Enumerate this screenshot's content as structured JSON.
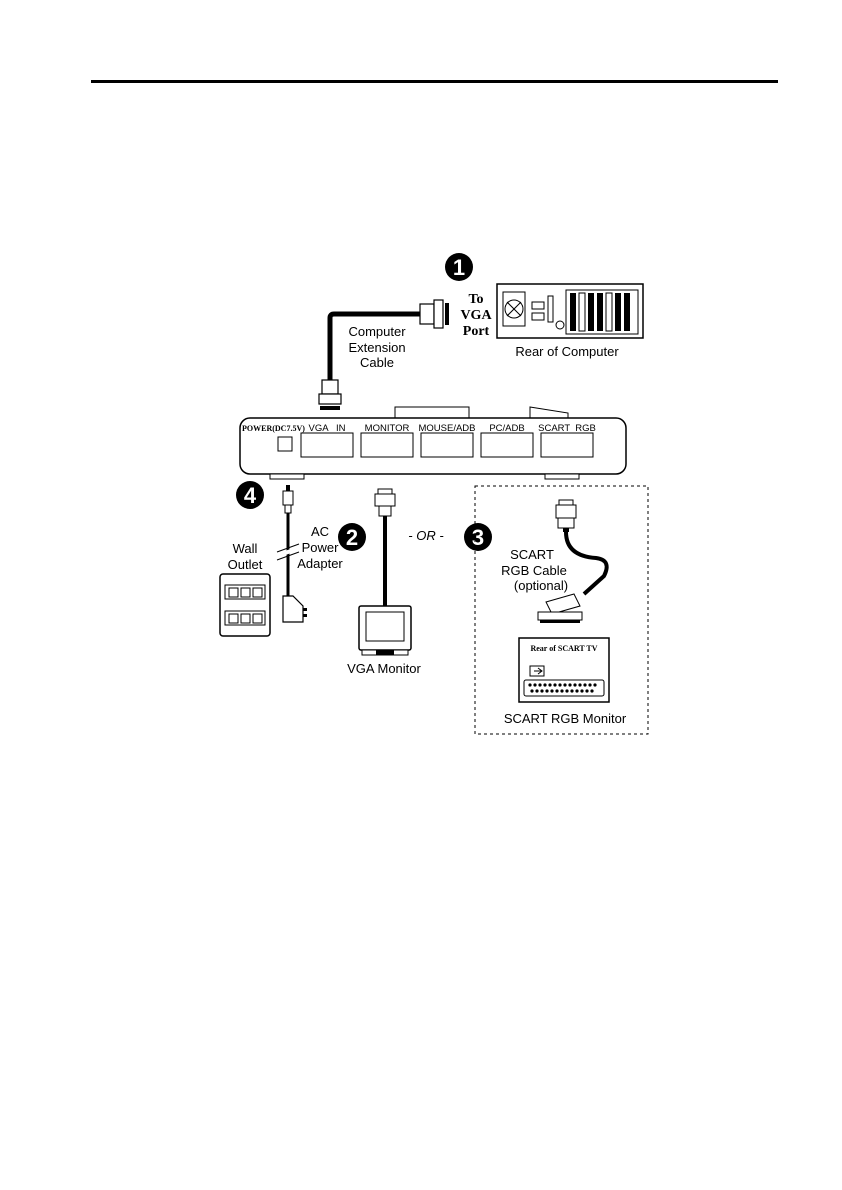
{
  "header_rule": true,
  "steps": {
    "one": "1",
    "two": "2",
    "three": "3",
    "four": "4"
  },
  "labels": {
    "to_vga_port": [
      "To",
      "VGA",
      "Port"
    ],
    "computer_extension_cable": [
      "Computer",
      "Extension",
      "Cable"
    ],
    "rear_of_computer": "Rear of Computer",
    "ac_power_adapter": [
      "AC",
      "Power",
      "Adapter"
    ],
    "wall_outlet": [
      "Wall",
      "Outlet"
    ],
    "or": "- OR -",
    "vga_monitor": "VGA Monitor",
    "scart_rgb_cable": [
      "SCART",
      "RGB Cable",
      "(optional)"
    ],
    "rear_of_scart_tv": "Rear of SCART TV",
    "scart_rgb_monitor": "SCART RGB Monitor"
  },
  "device_ports": {
    "power": "POWER(DC7.5V)",
    "vga_in": "VGA   IN",
    "monitor": "MONITOR",
    "mouse_adb": "MOUSE/ADB",
    "pc_adb": "PC/ADB",
    "scart_rgb": "SCART  RGB"
  }
}
